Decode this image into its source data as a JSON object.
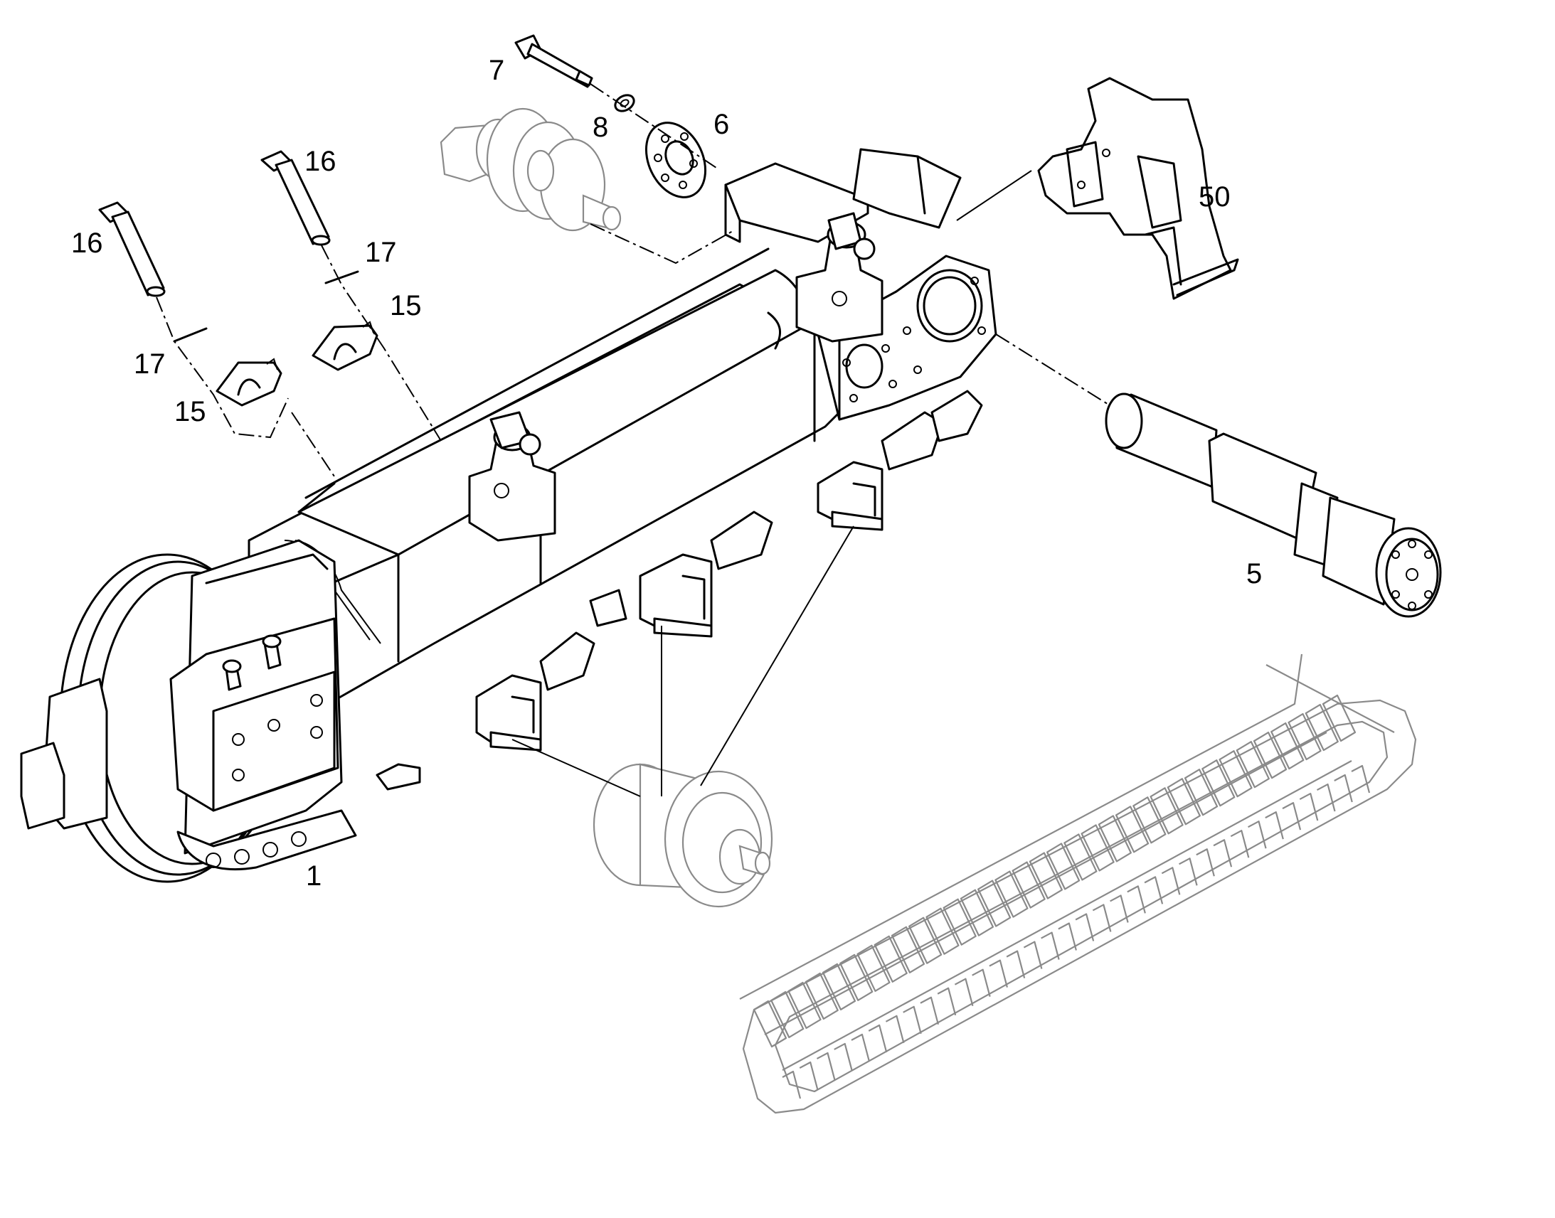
{
  "callouts": [
    {
      "id": "c1",
      "label": "1",
      "part": "track frame"
    },
    {
      "id": "c5",
      "label": "5",
      "part": "pin"
    },
    {
      "id": "c6",
      "label": "6",
      "part": "flange disc"
    },
    {
      "id": "c7",
      "label": "7",
      "part": "bolt"
    },
    {
      "id": "c8",
      "label": "8",
      "part": "washer"
    },
    {
      "id": "c15a",
      "label": "15",
      "part": "clamp block"
    },
    {
      "id": "c15b",
      "label": "15",
      "part": "clamp block"
    },
    {
      "id": "c16a",
      "label": "16",
      "part": "bolt"
    },
    {
      "id": "c16b",
      "label": "16",
      "part": "bolt"
    },
    {
      "id": "c17a",
      "label": "17",
      "part": "shim"
    },
    {
      "id": "c17b",
      "label": "17",
      "part": "shim"
    },
    {
      "id": "c50",
      "label": "50",
      "part": "guard"
    }
  ],
  "colors": {
    "line": "#000000",
    "reference_parts": "#8a8a8a",
    "background": "#ffffff"
  }
}
